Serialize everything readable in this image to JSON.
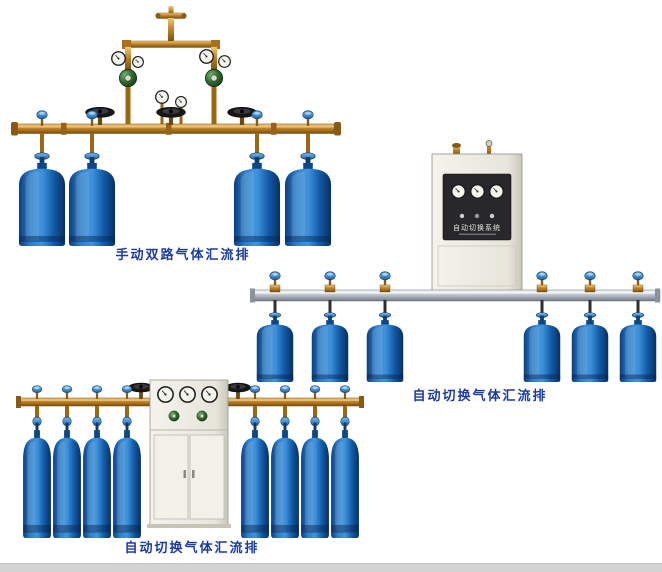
{
  "page": {
    "background": "#ffffff",
    "footer_strip_color": "#d2d2d2"
  },
  "products": [
    {
      "id": "manual-dual-gas-manifold",
      "caption": "手动双路气体汇流排",
      "cylinder_count": 4
    },
    {
      "id": "auto-switch-gas-manifold-wall-cabinet",
      "caption": "自动切换气体汇流排",
      "cylinder_count": 6,
      "panel_title": "自动切换系统"
    },
    {
      "id": "auto-switch-gas-manifold-floor-cabinet",
      "caption": "自动切换气体汇流排",
      "cylinder_count": 8
    }
  ],
  "colors": {
    "caption_text": "#1c3ba0",
    "cylinder_blue": "#1565c0",
    "brass_pipe": "#c08428",
    "silver_pipe": "#b4bdc6",
    "cabinet_body": "#efeee5",
    "control_panel": "#27272c"
  }
}
